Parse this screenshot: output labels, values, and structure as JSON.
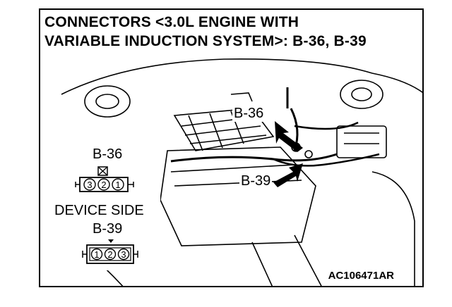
{
  "title": {
    "line1": "CONNECTORS <3.0L ENGINE WITH",
    "line2": "VARIABLE INDUCTION SYSTEM>: B-36, B-39"
  },
  "callouts": {
    "b36": "B-36",
    "b39": "B-39"
  },
  "legend": {
    "b36_label": "B-36",
    "b36_pins": [
      "3",
      "2",
      "1"
    ],
    "device_side": "DEVICE SIDE",
    "b39_label": "B-39",
    "b39_pins": [
      "1",
      "2",
      "3"
    ]
  },
  "figure_code": "AC106471AR"
}
